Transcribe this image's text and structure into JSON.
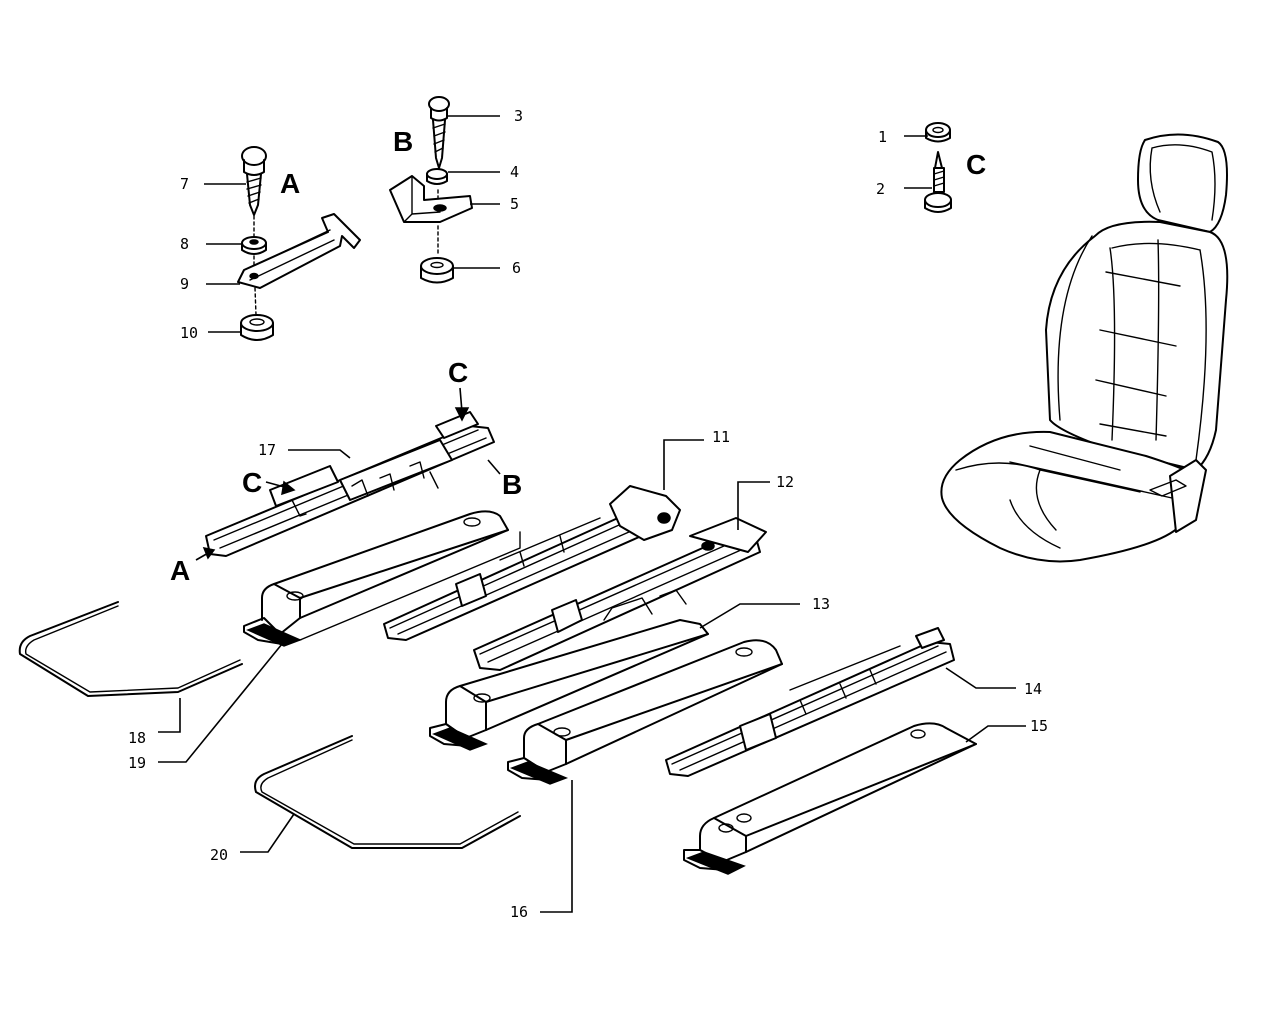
{
  "callouts": {
    "c1": "1",
    "c2": "2",
    "c3": "3",
    "c4": "4",
    "c5": "5",
    "c6": "6",
    "c7": "7",
    "c8": "8",
    "c9": "9",
    "c10": "10",
    "c11": "11",
    "c12": "12",
    "c13": "13",
    "c14": "14",
    "c15": "15",
    "c16": "16",
    "c17": "17",
    "c18": "18",
    "c19": "19",
    "c20": "20"
  },
  "group_labels": {
    "a_top": "A",
    "b_top": "B",
    "c_top": "C",
    "c_rail_top": "C",
    "c_rail_left": "C",
    "b_rail": "B",
    "a_rail": "A"
  },
  "colors": {
    "line": "#000000",
    "background": "#ffffff"
  }
}
